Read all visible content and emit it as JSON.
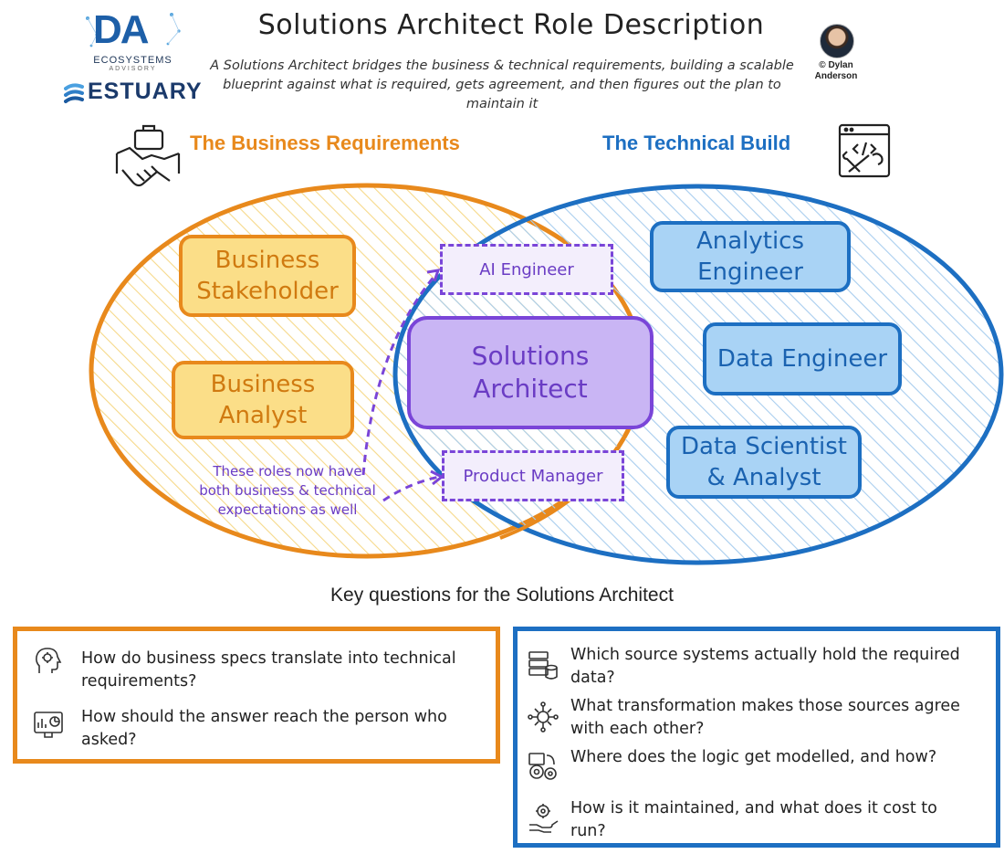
{
  "header": {
    "title": "Solutions Architect Role Description",
    "subtitle": "A Solutions Architect bridges the business & technical requirements, building a scalable blueprint against what is required, gets agreement, and then figures out the plan to maintain it",
    "logo_da": {
      "letters": "DA",
      "line1": "ECOSYSTEMS",
      "line2": "ADVISORY"
    },
    "logo_estuary": "ESTUARY",
    "author": "© Dylan Anderson"
  },
  "venn": {
    "business_heading": "The Business Requirements",
    "technical_heading": "The Technical Build",
    "business_roles": [
      "Business Stakeholder",
      "Business Analyst"
    ],
    "technical_roles": [
      "Analytics Engineer",
      "Data Engineer",
      "Data Scientist & Analyst"
    ],
    "center_role": "Solutions Architect",
    "hybrid_roles": [
      "AI Engineer",
      "Product Manager"
    ],
    "note": "These roles now have both business & technical expectations as well",
    "colors": {
      "business": "#e8891c",
      "technical": "#1d6fc2",
      "hybrid": "#7a45d8"
    }
  },
  "key_questions": {
    "title": "Key questions for the Solutions Architect",
    "business": [
      {
        "icon": "head-gear-icon",
        "text": "How do business specs translate into technical requirements?"
      },
      {
        "icon": "dashboard-monitor-icon",
        "text": "How should the answer reach the person who asked?"
      }
    ],
    "technical": [
      {
        "icon": "database-server-icon",
        "text": "Which source systems actually hold the required data?"
      },
      {
        "icon": "network-hub-icon",
        "text": "What transformation makes those sources agree with each other?"
      },
      {
        "icon": "modelling-gears-icon",
        "text": "Where does the logic get modelled, and how?"
      },
      {
        "icon": "hand-gear-icon",
        "text": "How is it maintained, and what does it cost to run?"
      }
    ]
  }
}
